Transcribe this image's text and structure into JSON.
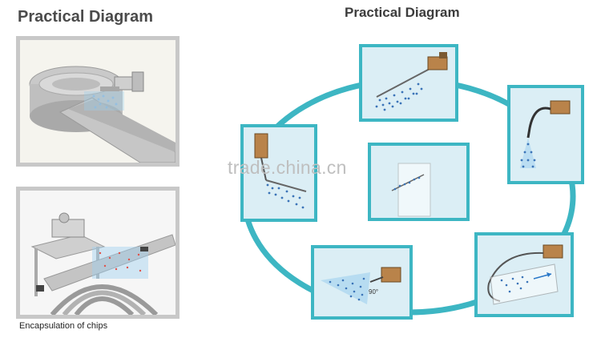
{
  "left": {
    "title": "Practical Diagram",
    "caption": "Encapsulation of chips"
  },
  "right": {
    "title": "Practical Diagram"
  },
  "watermark": "trade.china.cn",
  "colors": {
    "ring": "#3db6c3",
    "panel_bg": "#dbeef5",
    "photo_border": "#c8c8c8",
    "spray_dots": "#3b74b8",
    "machine": "#b9834a"
  },
  "panels": [
    {
      "name": "top",
      "angle_label": ""
    },
    {
      "name": "top-right",
      "angle_label": ""
    },
    {
      "name": "left",
      "angle_label": ""
    },
    {
      "name": "center",
      "angle_label": ""
    },
    {
      "name": "bottom-left",
      "angle_label": "90°"
    },
    {
      "name": "bottom-right",
      "angle_label": ""
    }
  ]
}
